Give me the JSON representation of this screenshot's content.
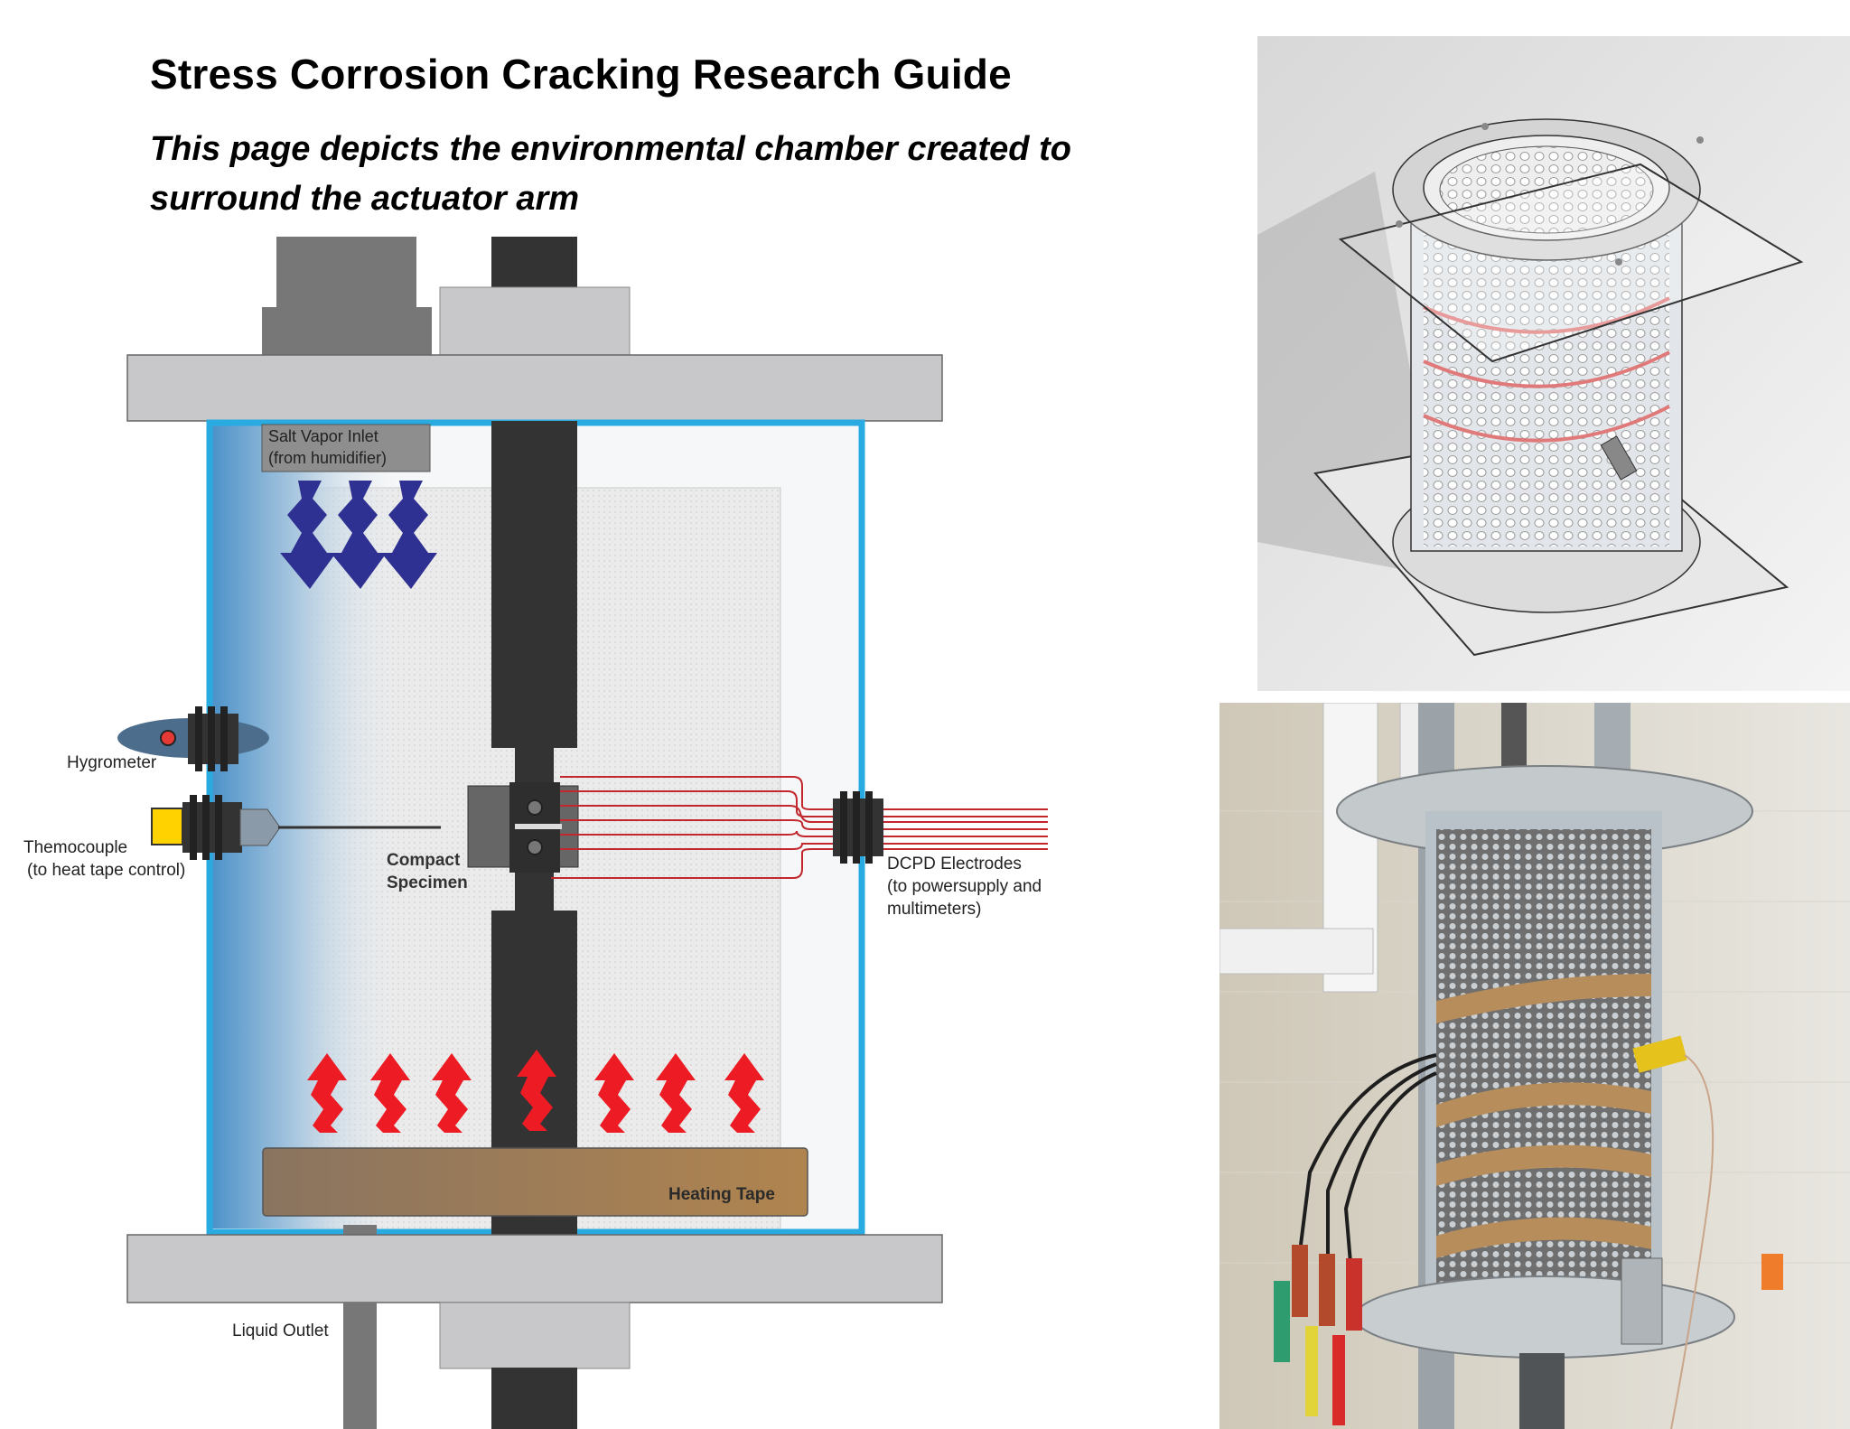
{
  "page": {
    "title": "Stress Corrosion Cracking Research Guide",
    "subtitle": "This page depicts the environmental chamber created to surround the actuator arm"
  },
  "diagram": {
    "labels": {
      "salt_vapor_inlet_line1": "Salt Vapor Inlet",
      "salt_vapor_inlet_line2": "(from humidifier)",
      "hygrometer": "Hygrometer",
      "thermocouple_line1": "Themocouple",
      "thermocouple_line2": "(to heat tape control)",
      "compact_specimen_line1": "Compact",
      "compact_specimen_line2": "Specimen",
      "dcpd_line1": "DCPD Electrodes",
      "dcpd_line2": "(to powersupply and",
      "dcpd_line3": "multimeters)",
      "heating_tape": "Heating Tape",
      "liquid_outlet": "Liquid Outlet"
    },
    "colors": {
      "chamber_wall": "#29abe2",
      "vapor_arrows": "#2e3192",
      "heat_arrows": "#ed1c24",
      "electrode_wires": "#c1272d",
      "heating_tape": "#a67c52",
      "plates": "#c8c8ca",
      "actuator": "#333333"
    }
  },
  "images": {
    "cad_render": "cad-render-of-chamber",
    "photo": "photo-of-chamber-in-lab"
  }
}
